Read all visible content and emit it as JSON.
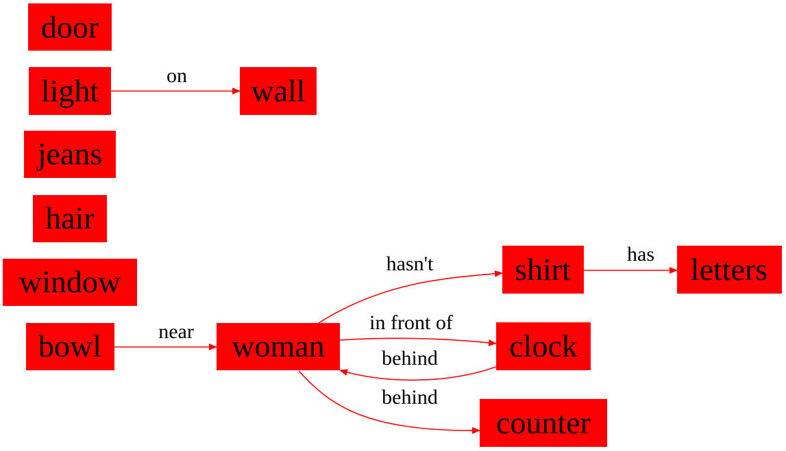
{
  "graph": {
    "node_fill": "#ff0000",
    "edge_color": "#ff0000",
    "text_color": "#000000",
    "nodes": {
      "door": {
        "label": "door"
      },
      "light": {
        "label": "light"
      },
      "wall": {
        "label": "wall"
      },
      "jeans": {
        "label": "jeans"
      },
      "hair": {
        "label": "hair"
      },
      "window": {
        "label": "window"
      },
      "bowl": {
        "label": "bowl"
      },
      "woman": {
        "label": "woman"
      },
      "shirt": {
        "label": "shirt"
      },
      "letters": {
        "label": "letters"
      },
      "clock": {
        "label": "clock"
      },
      "counter": {
        "label": "counter"
      }
    },
    "edges": {
      "light_wall": {
        "from": "light",
        "to": "wall",
        "label": "on"
      },
      "bowl_woman": {
        "from": "bowl",
        "to": "woman",
        "label": "near"
      },
      "woman_shirt": {
        "from": "woman",
        "to": "shirt",
        "label": "hasn't"
      },
      "shirt_letters": {
        "from": "shirt",
        "to": "letters",
        "label": "has"
      },
      "woman_clock": {
        "from": "woman",
        "to": "clock",
        "label": "in front of"
      },
      "clock_woman": {
        "from": "clock",
        "to": "woman",
        "label": "behind"
      },
      "woman_counter": {
        "from": "woman",
        "to": "counter",
        "label": "behind"
      }
    }
  }
}
